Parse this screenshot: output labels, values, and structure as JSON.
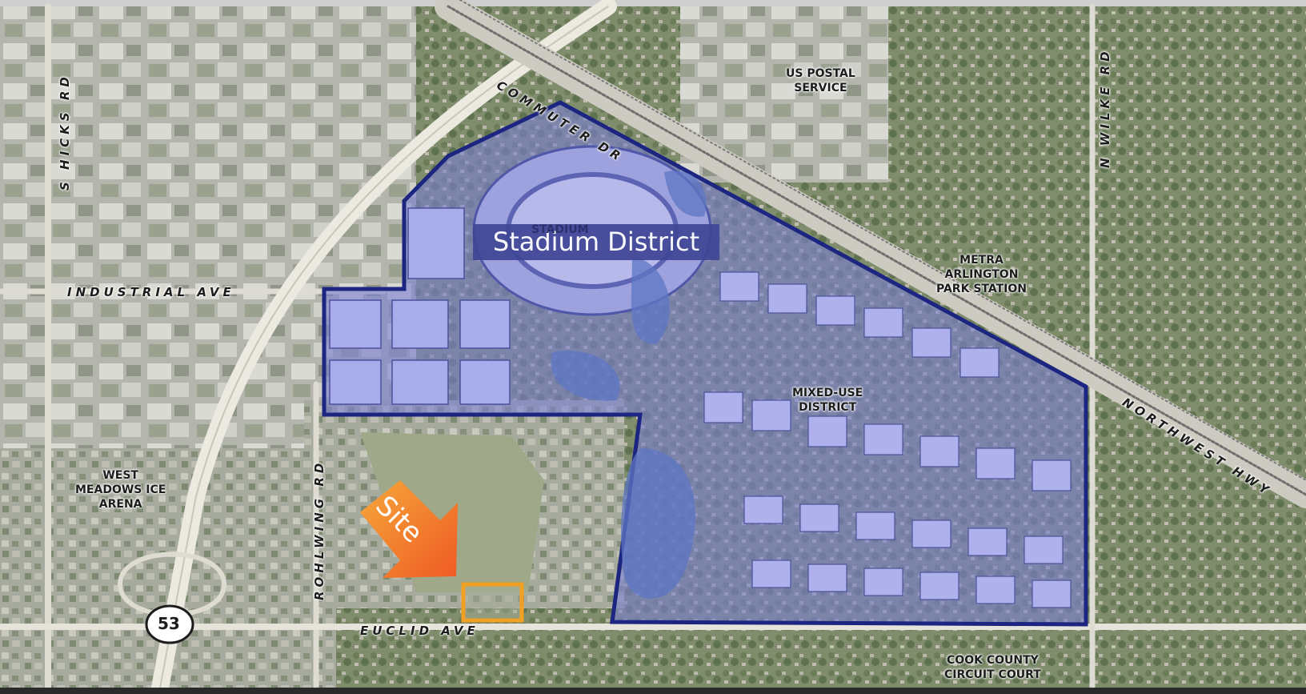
{
  "district": {
    "title": "Stadium District",
    "stadium_label": "STADIUM",
    "mixed_use_line1": "MIXED-USE",
    "mixed_use_line2": "DISTRICT"
  },
  "site_arrow_label": "Site",
  "roads": {
    "commuter": "COMMUTER DR",
    "industrial": "INDUSTRIAL AVE",
    "hicks": "S HICKS RD",
    "rohlwing": "ROHLWING RD",
    "euclid": "EUCLID AVE",
    "wilke": "N WILKE RD",
    "northwest": "NORTHWEST HWY",
    "route_shield": "53"
  },
  "places": {
    "postal_line1": "US POSTAL",
    "postal_line2": "SERVICE",
    "metra_line1": "METRA",
    "metra_line2": "ARLINGTON",
    "metra_line3": "PARK STATION",
    "ice_line1": "WEST",
    "ice_line2": "MEADOWS ICE",
    "ice_line3": "ARENA",
    "court_line1": "COOK COUNTY",
    "court_line2": "CIRCUIT COURT"
  },
  "colors": {
    "district_fill": "#7b80d0",
    "district_outline": "#1c2580",
    "site_box": "#f2a023",
    "arrow_start": "#f6a83a",
    "arrow_end": "#ef5a24"
  }
}
